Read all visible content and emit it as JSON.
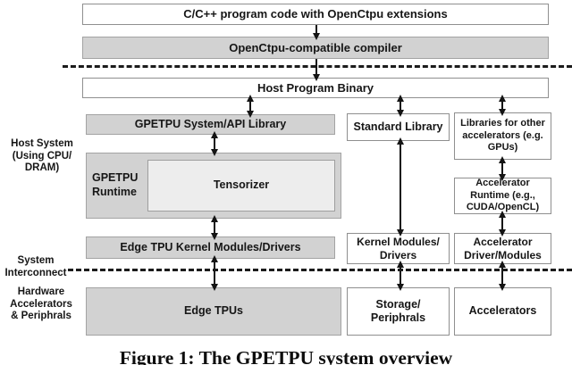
{
  "figure": {
    "caption": "Figure 1: The GPETPU system overview"
  },
  "side_labels": {
    "host_system": "Host System\n(Using CPU/\nDRAM)",
    "system_interconnect": "System\nInterconnect",
    "hardware_accelerators": "Hardware\nAccelerators\n& Periphrals"
  },
  "boxes": {
    "cpp_code": "C/C++ program code with OpenCtpu extensions",
    "compiler": "OpenCtpu-compatible compiler",
    "host_binary": "Host Program Binary",
    "sys_api": "GPETPU System/API Library",
    "std_lib": "Standard Library",
    "lib_other": "Libraries for other\naccelerators (e.g.\nGPUs)",
    "runtime_label": "GPETPU\nRuntime",
    "tensorizer": "Tensorizer",
    "acc_runtime": "Accelerator\nRuntime (e.g.,\nCUDA/OpenCL)",
    "etpu_kernel": "Edge TPU Kernel Modules/Drivers",
    "kernel_mod": "Kernel Modules/\nDrivers",
    "acc_driver": "Accelerator\nDriver/Modules",
    "edge_tpus": "Edge TPUs",
    "storage": "Storage/\nPeriphrals",
    "accelerators": "Accelerators"
  },
  "colors": {
    "gray_fill": "#d2d2d2",
    "inner_fill": "#ededed",
    "box_border": "#8f8f8f",
    "arrow": "#141414"
  }
}
